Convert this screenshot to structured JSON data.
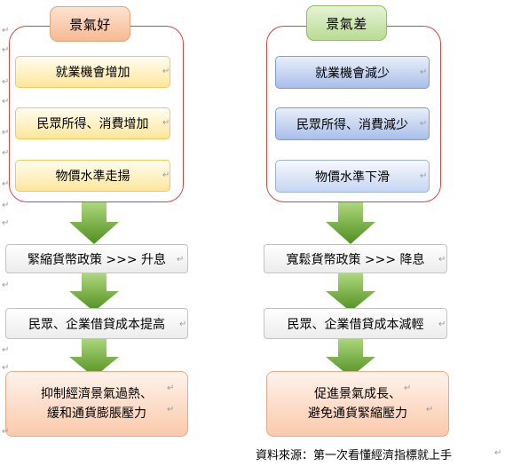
{
  "left": {
    "header": "景氣好",
    "effects": [
      "就業機會增加",
      "民眾所得、消費增加",
      "物價水準走揚"
    ],
    "policy": "緊縮貨幣政策 >>> 升息",
    "cost": "民眾、企業借貸成本提高",
    "outcome_line1": "抑制經濟景氣過熱、",
    "outcome_line2": "緩和通貨膨脹壓力"
  },
  "right": {
    "header": "景氣差",
    "effects": [
      "就業機會減少",
      "民眾所得、消費減少",
      "物價水準下滑"
    ],
    "policy": "寬鬆貨幣政策 >>> 降息",
    "cost": "民眾、企業借貸成本減輕",
    "outcome_line1": "促進景氣成長、",
    "outcome_line2": "避免通貨緊縮壓力"
  },
  "source": "資料來源：第一次看懂經濟指標就上手",
  "paragraph_mark": "↵",
  "colors": {
    "frame_border": "#d9453f",
    "arrow_green": "#5fa02a",
    "effect_yellow": "#fde69a",
    "effect_blue": "#a9bee9",
    "outcome_orange": "#fbc9ab",
    "header_good": "#f6b993",
    "header_bad": "#b9dc92"
  }
}
